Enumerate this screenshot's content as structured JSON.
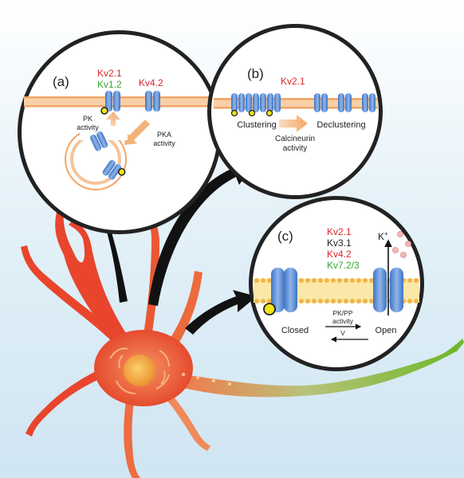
{
  "panels": {
    "a": {
      "label": "(a)",
      "channels": [
        "Kv2.1",
        "Kv1.2",
        "Kv4.2"
      ],
      "pk_line1": "PK",
      "pk_line2": "activity",
      "pka_line1": "PKA",
      "pka_line2": "activity"
    },
    "b": {
      "label": "(b)",
      "channel": "Kv2.1",
      "clustering": "Clustering",
      "declustering": "Declustering",
      "calcineurin_line1": "Calcineurin",
      "calcineurin_line2": "activity"
    },
    "c": {
      "label": "(c)",
      "channels": [
        "Kv2.1",
        "Kv3.1",
        "Kv4.2",
        "Kv7.2/3"
      ],
      "ion": "K",
      "ion_charge": "+",
      "pkpp_line1": "PK/PP",
      "pkpp_line2": "activity",
      "voltage": "V",
      "closed": "Closed",
      "open": "Open"
    }
  },
  "colors": {
    "kv_red": "#d9262c",
    "kv_green": "#3aa335",
    "kv_black": "#222222",
    "channel_blue": "#5b8fd6",
    "membrane_orange": "#f3b27a",
    "neuron_red": "#e8412a",
    "axon_green": "#7fbf2a",
    "phosphate_yellow": "#f1e21b",
    "arrow_black": "#111111"
  }
}
